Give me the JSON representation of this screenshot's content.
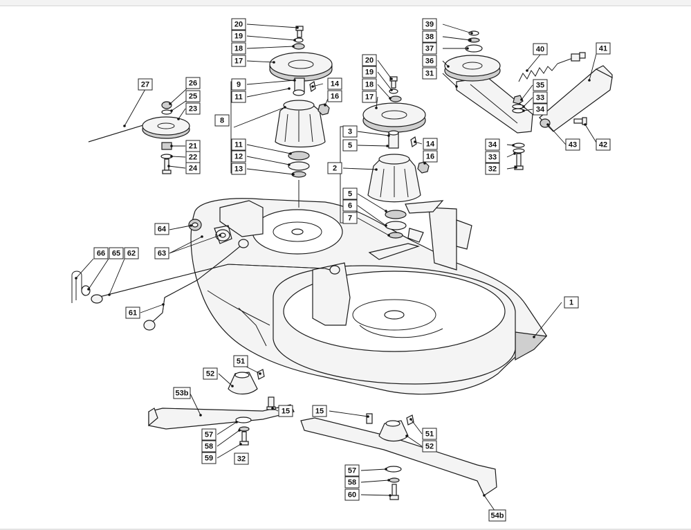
{
  "diagram": {
    "labels": [
      "1",
      "2",
      "3",
      "5",
      "5",
      "6",
      "7",
      "8",
      "9",
      "11",
      "11",
      "12",
      "13",
      "14",
      "14",
      "15",
      "15",
      "16",
      "16",
      "17",
      "17",
      "18",
      "18",
      "19",
      "19",
      "20",
      "20",
      "21",
      "22",
      "23",
      "24",
      "25",
      "26",
      "27",
      "31",
      "32",
      "32",
      "33",
      "33",
      "34",
      "34",
      "35",
      "36",
      "37",
      "38",
      "39",
      "40",
      "41",
      "42",
      "43",
      "51",
      "51",
      "52",
      "52",
      "53b",
      "54b",
      "57",
      "57",
      "58",
      "58",
      "59",
      "60",
      "61",
      "62",
      "63",
      "64",
      "65",
      "66"
    ]
  }
}
